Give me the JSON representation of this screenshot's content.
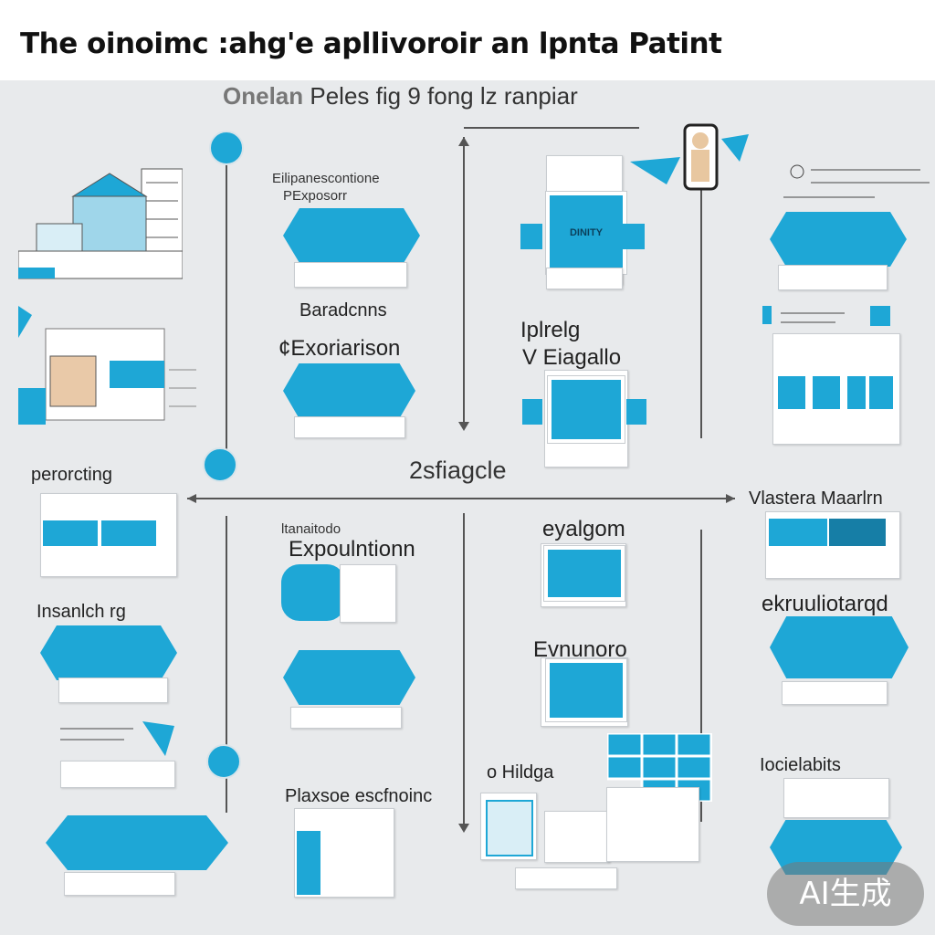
{
  "header": {
    "title": "The oinoimc :ahg'e apllivoroir an lpnta Patint",
    "subtitle_bold": "Onelan",
    "subtitle_rest": "Peles  fig 9 fong lz ranpiar"
  },
  "center": {
    "label": "2sfiagcle"
  },
  "labels": {
    "a1": "Eilipanescontione",
    "a2": "PExposorr",
    "b1": "Baradcnns",
    "b2": "¢Exoriarison",
    "c1": "Iplrelg",
    "c2": "V Eiagallo",
    "d1": "perorcting",
    "e1": "ltanaitodo",
    "e2": "Expoulntionn",
    "f1": "eyalgom",
    "g1": "Vlastera Maarlrn",
    "h1": "Insanlch rg",
    "i1": "Evnunoro",
    "j1": "ekruuliotarqd",
    "k1": "Plaxsoe escfnoinc",
    "l1": "o Hildga",
    "m1": "Iocielabits",
    "panel_tag": "DINITY"
  },
  "badge": {
    "text": "AI生成"
  },
  "colors": {
    "accent": "#1ea7d6",
    "accent_dark": "#167ea6",
    "background": "#e8eaec"
  }
}
